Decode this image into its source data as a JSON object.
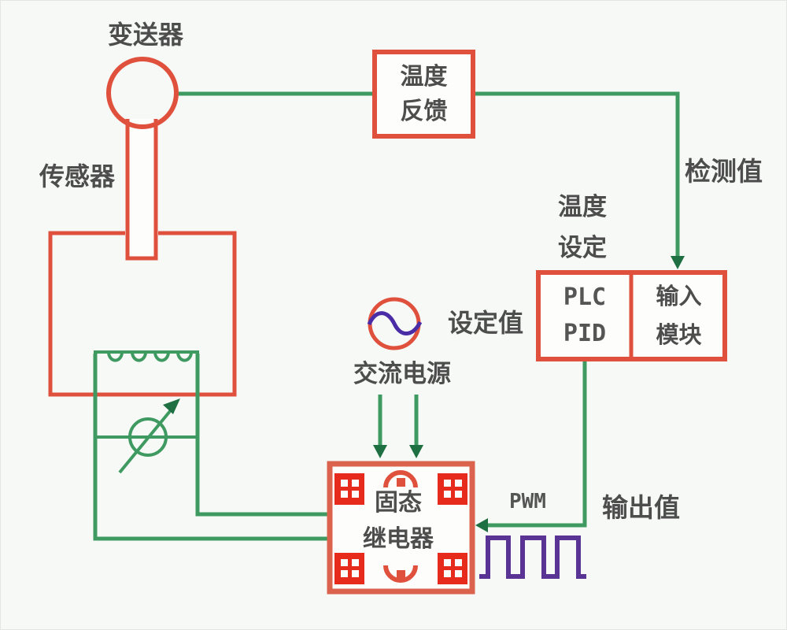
{
  "labels": {
    "transmitter": "变送器",
    "sensor": "传感器",
    "temperature_feedback": {
      "line1": "温度",
      "line2": "反馈"
    },
    "detected_value": "检测值",
    "temperature_setting": {
      "line1": "温度",
      "line2": "设定"
    },
    "plc": {
      "line1": "PLC",
      "line2": "PID"
    },
    "input_module": {
      "line1": "输入",
      "line2": "模块"
    },
    "setpoint_value": "设定值",
    "ac_power": "交流电源",
    "solid_state_relay": {
      "line1": "固态",
      "line2": "继电器"
    },
    "pwm": "PWM",
    "output_value": "输出值"
  },
  "icons": {
    "transmitter_symbol": "circle-with-probe",
    "ac_source_symbol": "circle-with-sine-wave",
    "heater_symbol": "heater-coil",
    "valve_symbol": "circle-with-diagonal-arrow",
    "pwm_symbol": "square-wave",
    "relay_terminal_symbol": "red-square-with-four-holes",
    "arrow_symbol": "green-arrowhead"
  },
  "colors": {
    "box_red": "#e0513d",
    "relay_border_red": "#db634d",
    "terminal_red": "#e62b1d",
    "wire_green": "#3f9a61",
    "arrow_dark_green": "#1e6f41",
    "waveform_purple": "#5a3494",
    "sine_purple": "#4a2da6",
    "text_gray": "#4d4d4d",
    "background": "#f7f9f6"
  }
}
